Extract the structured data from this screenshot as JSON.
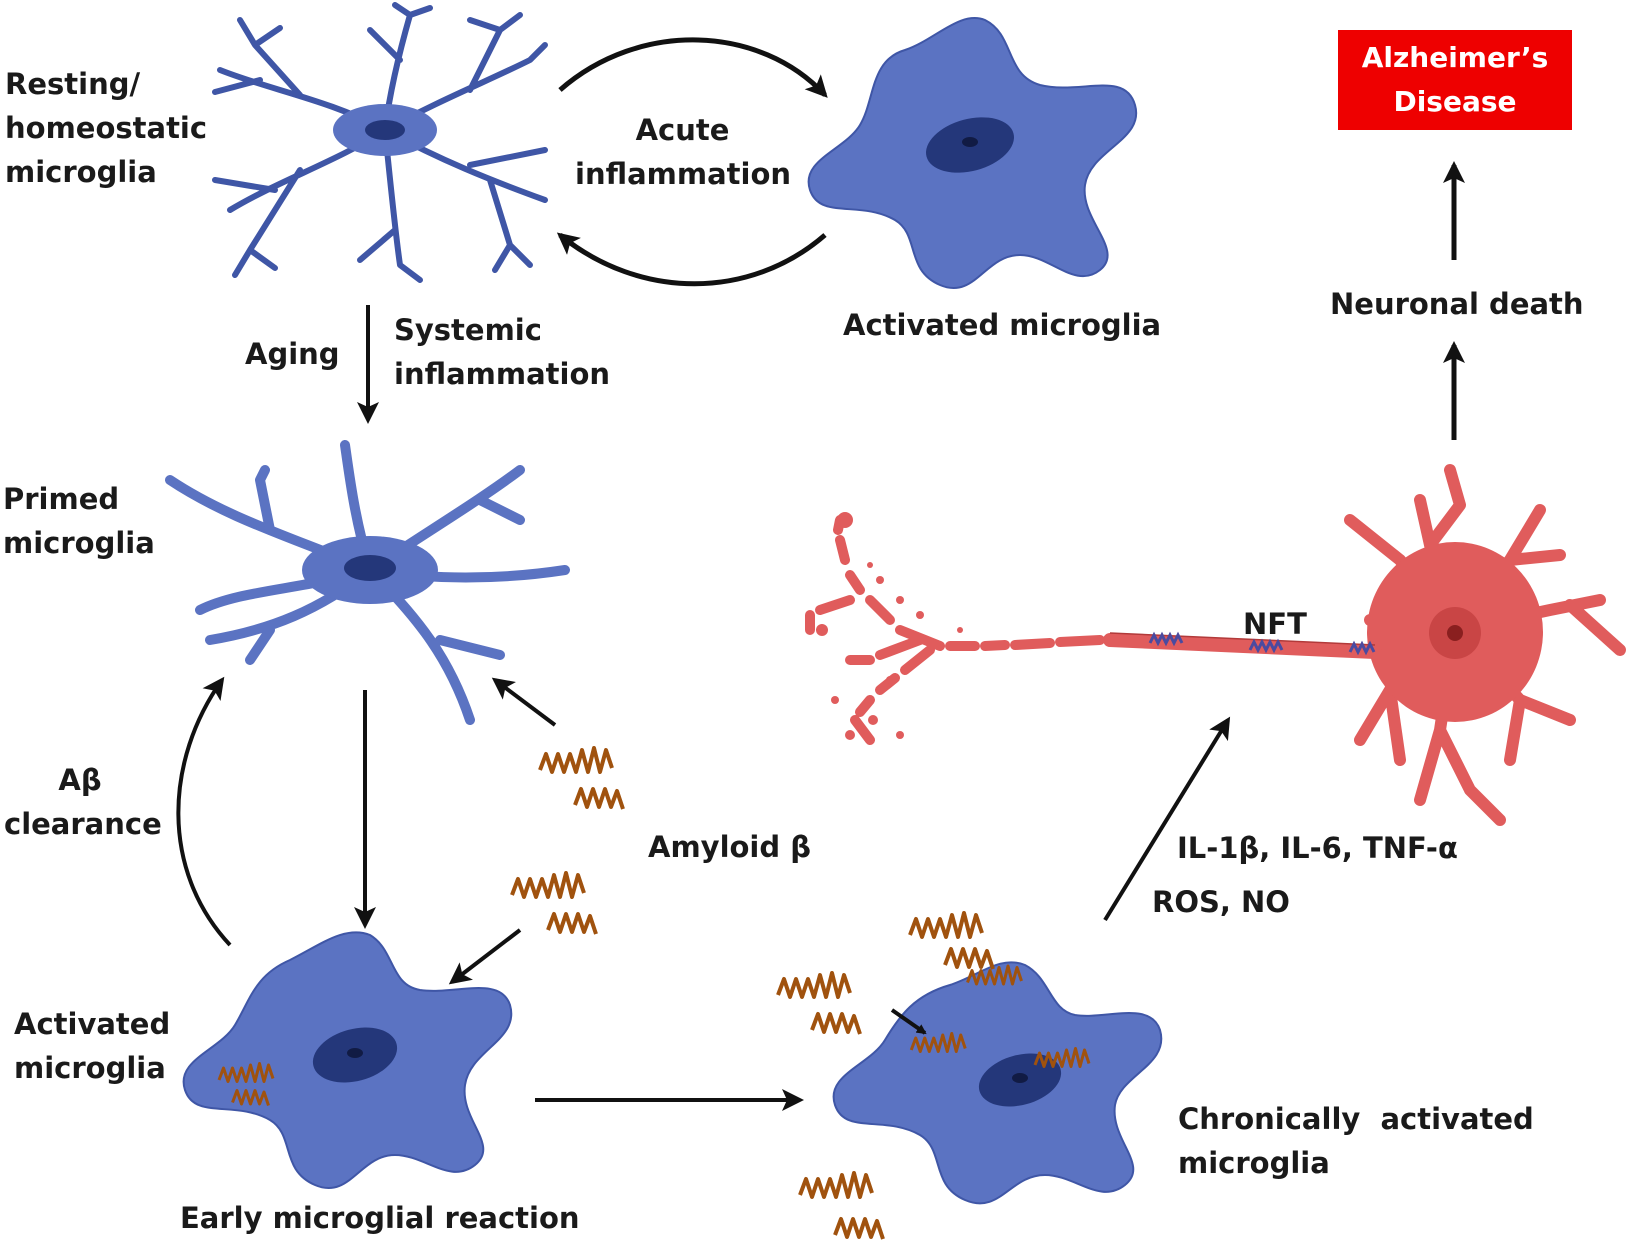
{
  "labels": {
    "resting": [
      "Resting/",
      "homeostatic",
      "microglia"
    ],
    "acute_inflammation": [
      "Acute",
      "inflammation"
    ],
    "activated_top": "Activated microglia",
    "alzheimers": [
      "Alzheimer’s",
      "Disease"
    ],
    "neuronal_death": "Neuronal death",
    "aging": "Aging",
    "systemic_inflammation": [
      "Systemic",
      "inflammation"
    ],
    "primed": [
      "Primed",
      "microglia"
    ],
    "ab_clearance": [
      "Aβ",
      "clearance"
    ],
    "amyloid_beta": "Amyloid β",
    "nft": "NFT",
    "cytokines": "IL-1β, IL-6, TNF-α",
    "ros_no": "ROS, NO",
    "activated_bottom": [
      "Activated",
      "microglia"
    ],
    "early_reaction": "Early microglial  reaction",
    "chronic": [
      "Chronically  activated",
      "microglia"
    ]
  },
  "colors": {
    "microglia": "#5b73c2",
    "microglia_outline": "#3f56a6",
    "nucleus": "#24377a",
    "neuron": "#e05c5c",
    "neuron_outline": "#b23a3a",
    "amyloid": "#a0520e",
    "nft": "#4a4aa0",
    "alzheimers_box": "#ee0000",
    "arrow": "#111111"
  }
}
